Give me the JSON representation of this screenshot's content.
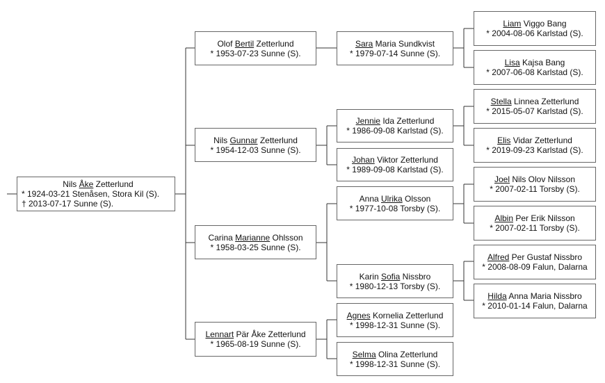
{
  "root": {
    "name_pre": "Nils ",
    "name_u": "Åke",
    "name_post": " Zetterlund",
    "born": "* 1924-03-21 Stenåsen, Stora Kil (S).",
    "died": "† 2013-07-17 Sunne (S)."
  },
  "children": [
    {
      "pre": "Olof ",
      "u": "Bertil",
      "post": " Zetterlund",
      "born": "* 1953-07-23 Sunne (S)."
    },
    {
      "pre": "Nils ",
      "u": "Gunnar",
      "post": " Zetterlund",
      "born": "* 1954-12-03 Sunne (S)."
    },
    {
      "pre": "Carina ",
      "u": "Marianne",
      "post": " Ohlsson",
      "born": "* 1958-03-25 Sunne (S)."
    },
    {
      "pre": "",
      "u": "Lennart",
      "post": " Pär Åke Zetterlund",
      "born": "* 1965-08-19 Sunne (S)."
    }
  ],
  "grandchildren": [
    {
      "pre": "",
      "u": "Sara",
      "post": " Maria Sundkvist",
      "born": "* 1979-07-14 Sunne (S)."
    },
    {
      "pre": "",
      "u": "Jennie",
      "post": " Ida Zetterlund",
      "born": "* 1986-09-08 Karlstad (S)."
    },
    {
      "pre": "",
      "u": "Johan",
      "post": " Viktor Zetterlund",
      "born": "* 1989-09-08 Karlstad (S)."
    },
    {
      "pre": "Anna ",
      "u": "Ulrika",
      "post": " Olsson",
      "born": "* 1977-10-08 Torsby (S)."
    },
    {
      "pre": "Karin ",
      "u": "Sofia",
      "post": " Nissbro",
      "born": "* 1980-12-13 Torsby (S)."
    },
    {
      "pre": "",
      "u": "Agnes",
      "post": " Kornelia Zetterlund",
      "born": "* 1998-12-31 Sunne (S)."
    },
    {
      "pre": "",
      "u": "Selma",
      "post": " Olina Zetterlund",
      "born": "* 1998-12-31 Sunne (S)."
    }
  ],
  "great_grandchildren": [
    {
      "pre": "",
      "u": "Liam",
      "post": " Viggo Bang",
      "born": "* 2004-08-06 Karlstad (S)."
    },
    {
      "pre": "",
      "u": "Lisa",
      "post": " Kajsa Bang",
      "born": "* 2007-06-08 Karlstad (S)."
    },
    {
      "pre": "",
      "u": "Stella",
      "post": " Linnea Zetterlund",
      "born": "* 2015-05-07 Karlstad (S)."
    },
    {
      "pre": "",
      "u": "Elis",
      "post": " Vidar Zetterlund",
      "born": "* 2019-09-23 Karlstad (S)."
    },
    {
      "pre": "",
      "u": "Joel",
      "post": " Nils Olov  Nilsson",
      "born": "* 2007-02-11 Torsby (S)."
    },
    {
      "pre": "",
      "u": "Albin",
      "post": " Per Erik Nilsson",
      "born": "* 2007-02-11 Torsby (S)."
    },
    {
      "pre": "",
      "u": "Alfred",
      "post": " Per Gustaf Nissbro",
      "born": "* 2008-08-09 Falun, Dalarna"
    },
    {
      "pre": "",
      "u": "Hilda",
      "post": " Anna Maria Nissbro",
      "born": "* 2010-01-14 Falun, Dalarna"
    }
  ]
}
